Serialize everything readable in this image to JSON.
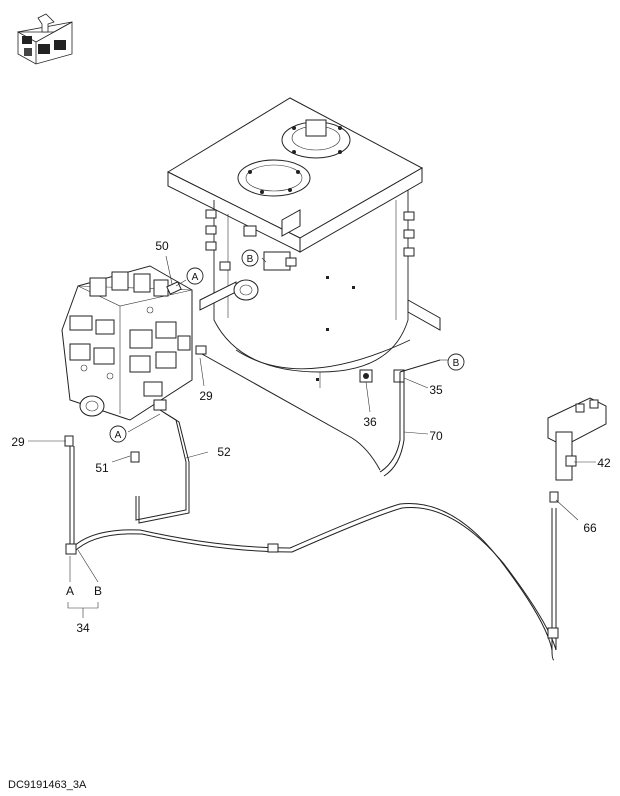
{
  "diagram": {
    "drawing_code": "DC9191463_3A",
    "logo": "parts-catalog-logo",
    "part_labels": {
      "p50": "50",
      "p29a": "29",
      "p29b": "29",
      "p51": "51",
      "p52": "52",
      "p36": "36",
      "p35": "35",
      "p70": "70",
      "p42": "42",
      "p66": "66",
      "p34": "34"
    },
    "port_labels": {
      "a": "A",
      "b": "B"
    },
    "callouts": {
      "a1": "A",
      "a2": "A",
      "b1": "B",
      "b2": "B"
    }
  }
}
